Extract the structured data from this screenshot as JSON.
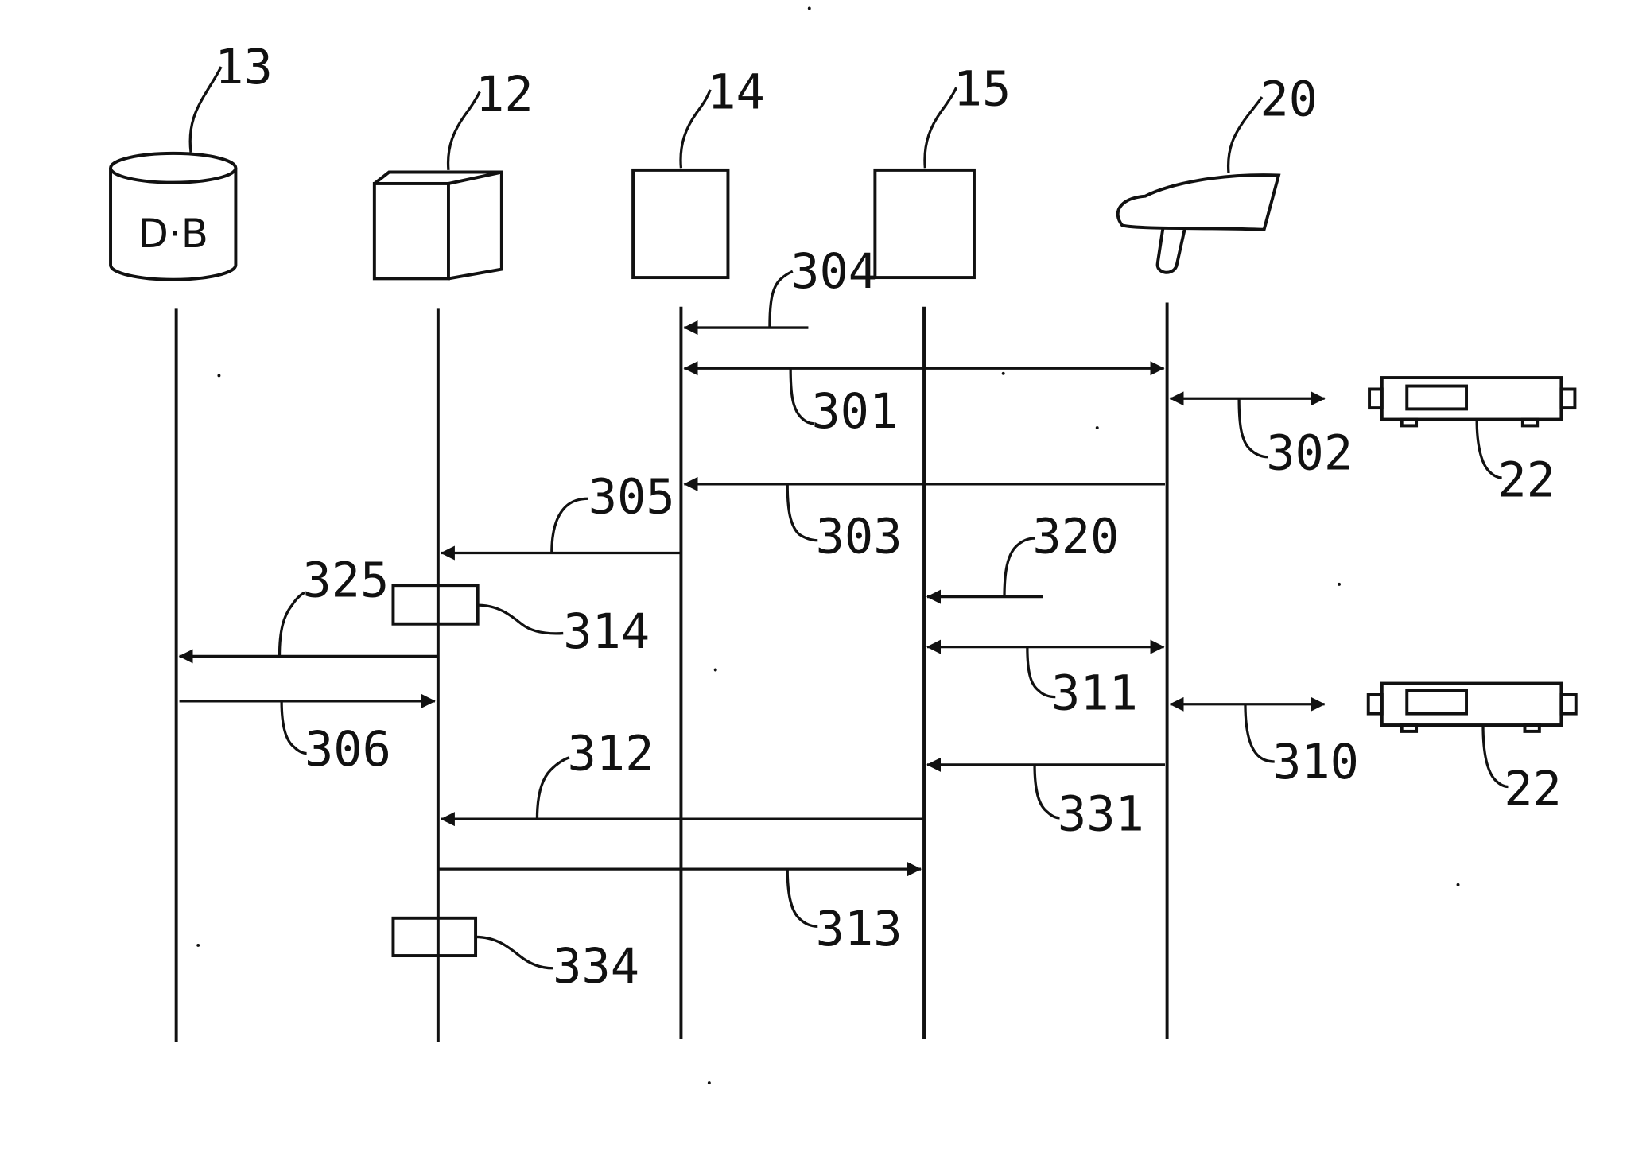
{
  "participants": [
    {
      "id": "13",
      "label": "13",
      "inner_label": "D·B",
      "icon": "database-icon"
    },
    {
      "id": "12",
      "label": "12",
      "icon": "server-cube-icon"
    },
    {
      "id": "14",
      "label": "14",
      "icon": "box-icon"
    },
    {
      "id": "15",
      "label": "15",
      "icon": "box-icon"
    },
    {
      "id": "20",
      "label": "20",
      "icon": "handheld-scanner-icon"
    }
  ],
  "devices": [
    {
      "label": "22",
      "icon": "reader-device-icon"
    },
    {
      "label": "22",
      "icon": "reader-device-icon"
    }
  ],
  "messages": [
    {
      "id": "304",
      "label": "304",
      "to": "14",
      "direction": "incoming"
    },
    {
      "id": "301",
      "label": "301",
      "from": "14",
      "to": "20",
      "direction": "bidirectional"
    },
    {
      "id": "302",
      "label": "302",
      "from": "20",
      "to": "22",
      "direction": "bidirectional"
    },
    {
      "id": "303",
      "label": "303",
      "from": "20",
      "to": "14",
      "direction": "left"
    },
    {
      "id": "305",
      "label": "305",
      "from": "14",
      "to": "12",
      "direction": "left"
    },
    {
      "id": "320",
      "label": "320",
      "to": "15",
      "direction": "incoming"
    },
    {
      "id": "325",
      "label": "325",
      "from": "12",
      "to": "13",
      "direction": "left"
    },
    {
      "id": "311",
      "label": "311",
      "from": "15",
      "to": "20",
      "direction": "bidirectional"
    },
    {
      "id": "306",
      "label": "306",
      "from": "13",
      "to": "12",
      "direction": "right"
    },
    {
      "id": "310",
      "label": "310",
      "from": "20",
      "to": "22",
      "direction": "bidirectional"
    },
    {
      "id": "331",
      "label": "331",
      "from": "20",
      "to": "15",
      "direction": "left"
    },
    {
      "id": "312",
      "label": "312",
      "from": "15",
      "to": "12",
      "direction": "left"
    },
    {
      "id": "313",
      "label": "313",
      "from": "12",
      "to": "15",
      "direction": "right"
    }
  ],
  "process_blocks": [
    {
      "id": "314",
      "label": "314",
      "on": "12"
    },
    {
      "id": "334",
      "label": "334",
      "on": "12"
    }
  ]
}
